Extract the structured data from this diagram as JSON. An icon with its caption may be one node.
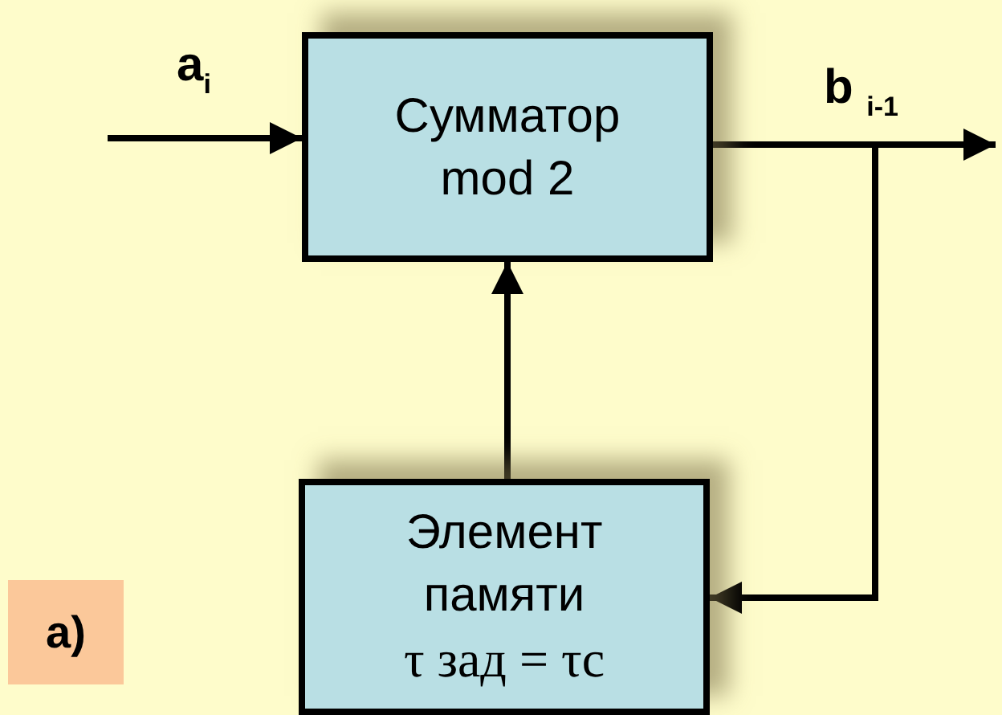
{
  "diagram": {
    "nodes": [
      {
        "text": [
          "Сумматор mod 2"
        ]
      },
      {
        "text": [
          "Элемент памяти",
          "τ зад = τс"
        ]
      },
      {
        "text": [
          "а)"
        ]
      }
    ],
    "edges": [
      {
        "from": null,
        "to": 0,
        "arrow": "to",
        "label": "a$_{i}$"
      },
      {
        "from": 0,
        "to": null,
        "arrow": "to",
        "label": "b $_{i-1}$"
      },
      {
        "from": 1,
        "to": 0,
        "arrow": "to"
      },
      {
        "from": 0,
        "to": 1,
        "arrow": "to"
      }
    ]
  }
}
